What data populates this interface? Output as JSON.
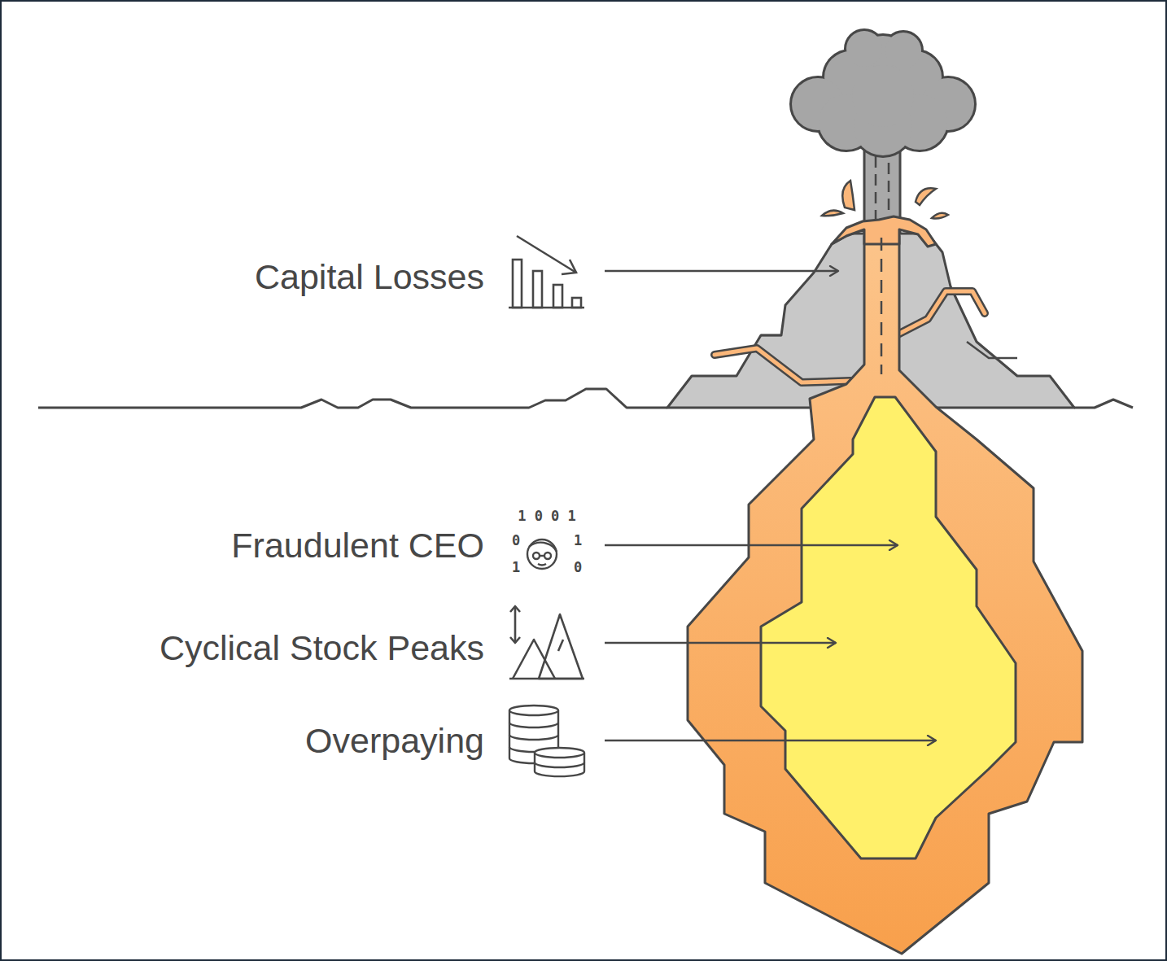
{
  "diagram": {
    "labels": [
      "Capital Losses",
      "Fraudulent CEO",
      "1 0 0 1",
      "0",
      "1",
      "1",
      "0",
      "Cyclical Stock Peaks",
      "Overpaying"
    ]
  }
}
